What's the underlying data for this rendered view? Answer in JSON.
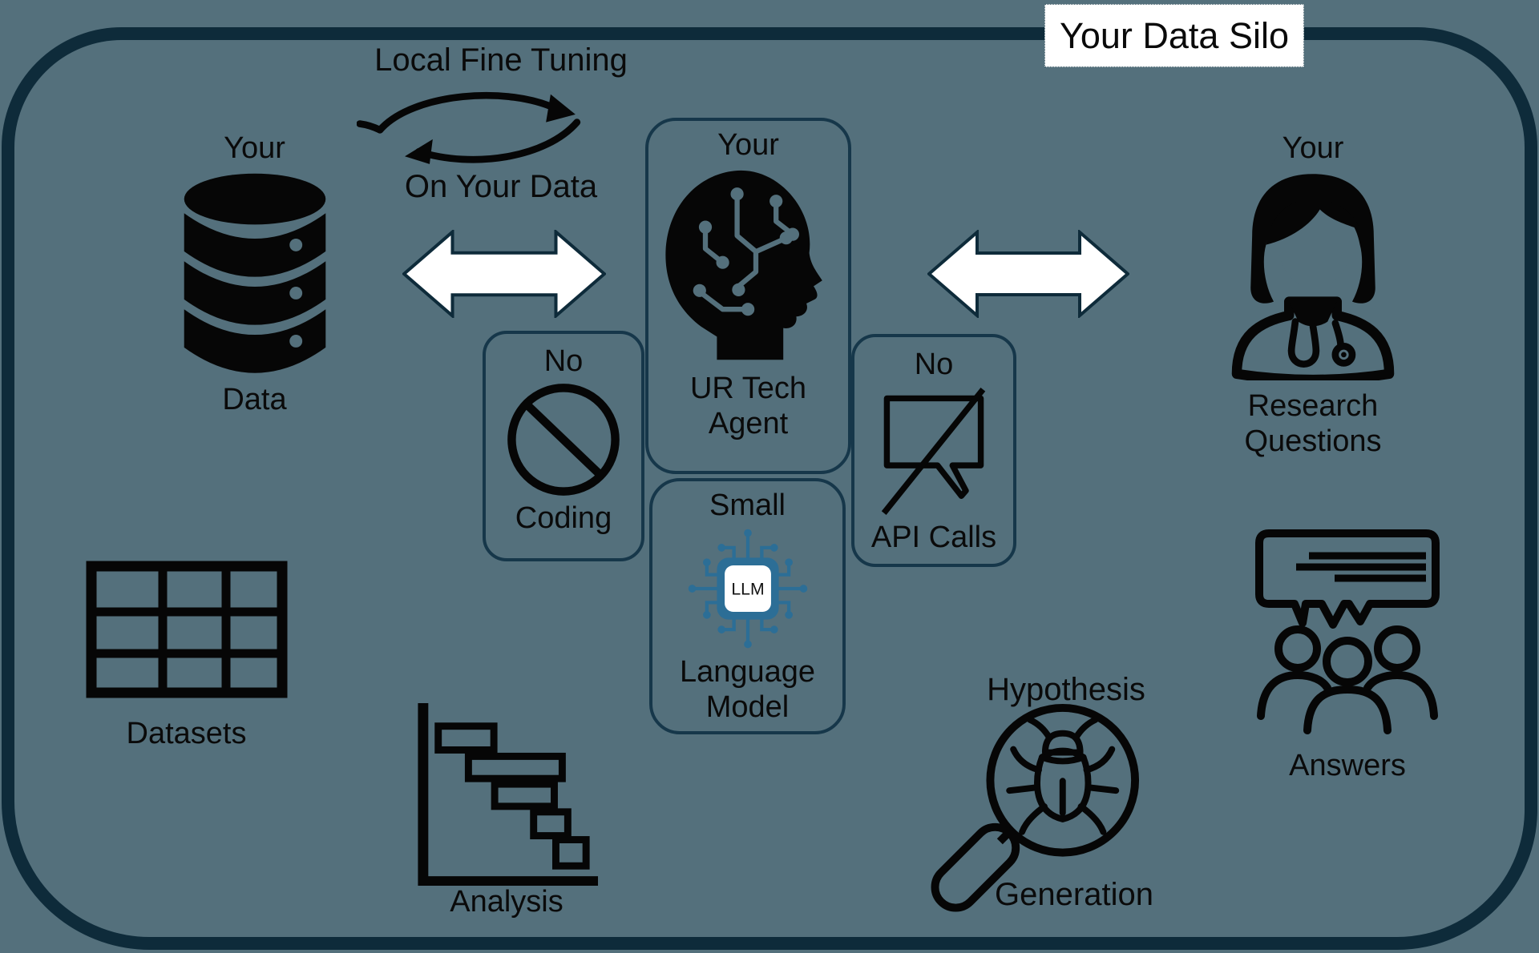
{
  "colors": {
    "background": "#54707C",
    "border_navy": "#0E2B3A",
    "box_outline": "#16374A",
    "icon_black": "#060606",
    "llm_blue": "#2C6E96",
    "white": "#FFFFFF",
    "text": "#0A0A0A"
  },
  "badge": {
    "label": "Your Data Silo"
  },
  "nodes": {
    "your_data": {
      "line1": "Your",
      "line2": "Data"
    },
    "fine_tuning": {
      "line1": "Local Fine Tuning",
      "line2": "On Your Data"
    },
    "agent": {
      "line1": "Your",
      "line2": "UR Tech",
      "line3": "Agent"
    },
    "small_llm": {
      "line1": "Small",
      "chip": "LLM",
      "line2": "Language",
      "line3": "Model"
    },
    "no_coding": {
      "line1": "No",
      "line2": "Coding"
    },
    "no_api_calls": {
      "line1": "No",
      "line2": "API Calls"
    },
    "research_questions": {
      "line1": "Your",
      "line2": "Research",
      "line3": "Questions"
    },
    "datasets": {
      "label": "Datasets"
    },
    "analysis": {
      "label": "Analysis"
    },
    "hypothesis_generation": {
      "line1": "Hypothesis",
      "line2": "Generation"
    },
    "answers": {
      "label": "Answers"
    }
  }
}
